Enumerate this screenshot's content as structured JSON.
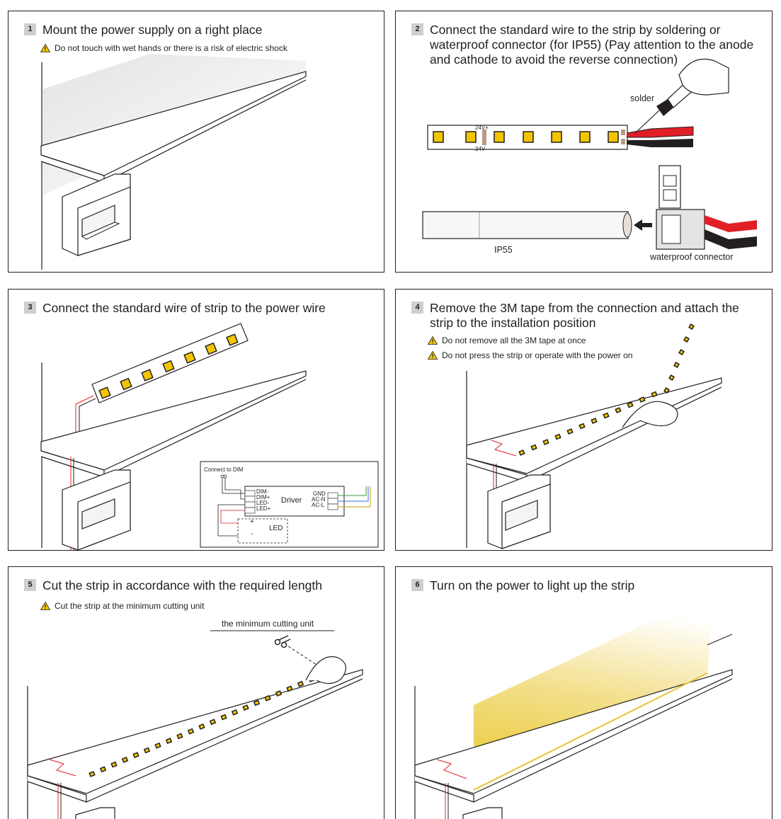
{
  "colors": {
    "warning": "#f2c500",
    "wire_red": "#e01f26",
    "led": "#f2c500",
    "light": "#eed05a"
  },
  "icons": {
    "warning": "warning-triangle-icon",
    "scissors": "scissors-icon",
    "arrow": "arrow-left-icon",
    "hand": "hand-icon"
  },
  "steps": [
    {
      "number": "1",
      "title": "Mount the power supply on a right place",
      "warnings": [
        "Do not touch with wet hands or there is a risk of electric shock"
      ]
    },
    {
      "number": "2",
      "title": "Connect the standard wire to the strip by soldering or waterproof connector (for IP55) (Pay attention to the anode and cathode to avoid the reverse connection)",
      "labels": {
        "solder": "solder",
        "ip55": "IP55",
        "connector": "waterproof connector",
        "pad_pos": "24V+",
        "pad_neg": "24V-"
      }
    },
    {
      "number": "3",
      "title": "Connect the standard wire of strip to the power wire",
      "driver": {
        "connect_label": "Connect to DIM",
        "driver_label": "Driver",
        "dim_minus": "DIM-",
        "dim_plus": "DIM+",
        "led_minus": "LED-",
        "led_plus": "LED+",
        "gnd": "GND",
        "acn": "AC-N",
        "acl": "AC-L",
        "led": "LED",
        "plus": "+",
        "minus": "-"
      }
    },
    {
      "number": "4",
      "title": "Remove the 3M tape from the connection and attach the strip to the installation position",
      "warnings": [
        "Do not remove all the 3M tape at once",
        "Do not press the strip or operate with the power on"
      ]
    },
    {
      "number": "5",
      "title": "Cut the strip in accordance with the required length",
      "warnings": [
        "Cut the strip at the minimum cutting unit"
      ],
      "labels": {
        "cut_unit": "the minimum cutting unit"
      }
    },
    {
      "number": "6",
      "title": "Turn on the power to light up the strip"
    }
  ]
}
